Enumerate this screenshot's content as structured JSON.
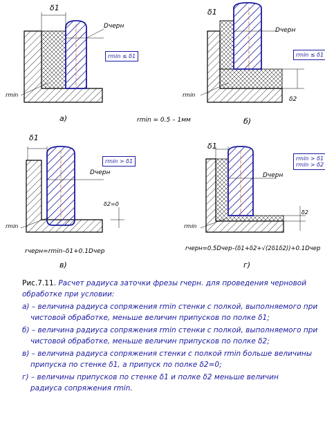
{
  "panels": {
    "a": {
      "letter": "а)",
      "delta1": "δ1",
      "dcher": "Dчерн",
      "rmin": "rmin",
      "condition": "rmin ≤ δ1"
    },
    "b": {
      "letter": "б)",
      "delta1": "δ1",
      "delta2": "δ2",
      "dcher": "Dчерн",
      "rmin": "rmin",
      "condition": "rmin ≤ δ1"
    },
    "v": {
      "letter": "в)",
      "delta1": "δ1",
      "delta2": "δ2=0",
      "dcher": "Dчерн",
      "rmin": "rmin",
      "condition": "rmin > δ1",
      "formula": "rчерн=rmin–δ1+0.1Dчер"
    },
    "g": {
      "letter": "г)",
      "delta1": "δ1",
      "delta2": "δ2",
      "dcher": "Dчерн",
      "rmin": "rmin",
      "condition1": "rmin > δ1",
      "condition2": "rmin > δ2",
      "formula": "rчерн=0.5Dчер–(δ1+δ2+√(2δ1δ2))+0.1Dчер"
    }
  },
  "mid_formula": "rmin = 0.5 – 1мм",
  "caption": {
    "lead": "Рис.7.11.",
    "title": "Расчет радиуса заточки фрезы rчерн. для проведения черновой обработке при условии:",
    "items": [
      {
        "line1": "а) – величина радиуса сопряжения rmin стенки с полкой, выполняемого при",
        "line2": "чистовой обработке, меньше величин припусков по полке δ1;"
      },
      {
        "line1": "б) – величина радиуса сопряжения rmin стенки с полкой, выполняемого при",
        "line2": "чистовой обработке, меньше величин припусков по полке δ2;"
      },
      {
        "line1": "в) – величина радиуса сопряжения стенки с полкой rmin больше величины",
        "line2": "припуска по стенке δ1, а припуск по полке δ2=0;"
      },
      {
        "line1": "г) – величины припусков по стенке δ1 и полке δ2 меньше величин",
        "line2": "радиуса сопряжения rmin."
      }
    ]
  }
}
